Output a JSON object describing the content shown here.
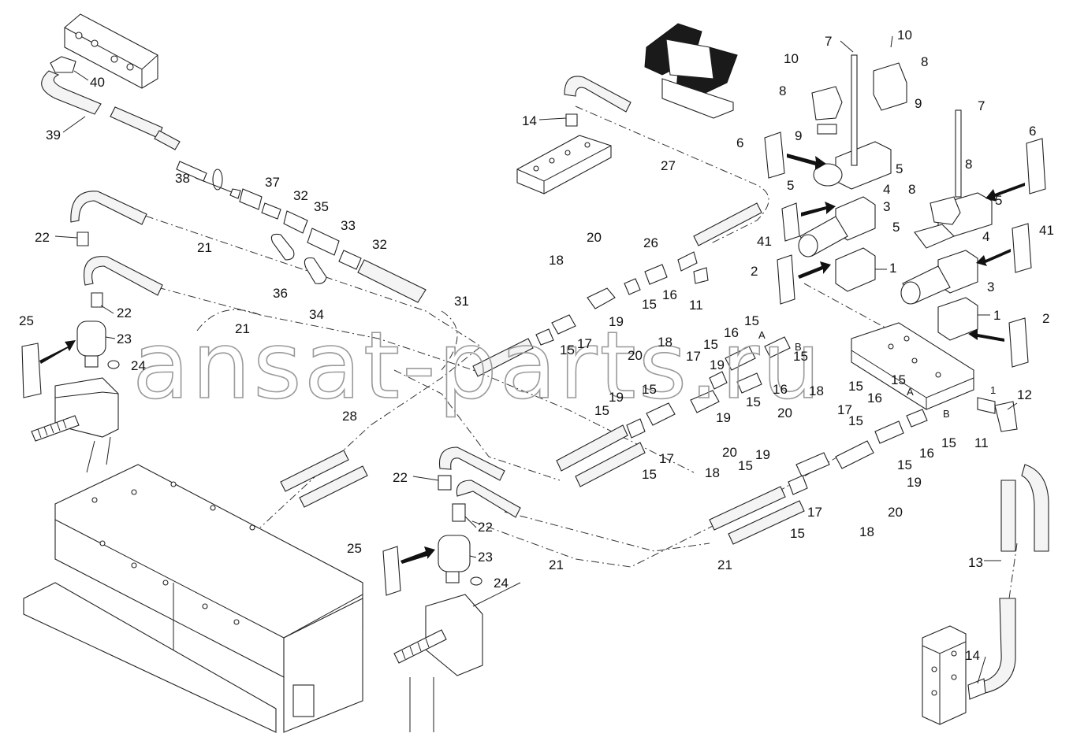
{
  "diagram": {
    "watermark": "ansat-parts.ru",
    "callouts": [
      {
        "id": "c40",
        "text": "40"
      },
      {
        "id": "c39",
        "text": "39"
      },
      {
        "id": "c38",
        "text": "38"
      },
      {
        "id": "c37",
        "text": "37"
      },
      {
        "id": "c32a",
        "text": "32"
      },
      {
        "id": "c35",
        "text": "35"
      },
      {
        "id": "c33",
        "text": "33"
      },
      {
        "id": "c32b",
        "text": "32"
      },
      {
        "id": "c36",
        "text": "36"
      },
      {
        "id": "c34",
        "text": "34"
      },
      {
        "id": "c31",
        "text": "31"
      },
      {
        "id": "c22a",
        "text": "22"
      },
      {
        "id": "c21a",
        "text": "21"
      },
      {
        "id": "c22b",
        "text": "22"
      },
      {
        "id": "c21b",
        "text": "21"
      },
      {
        "id": "c25a",
        "text": "25"
      },
      {
        "id": "c23a",
        "text": "23"
      },
      {
        "id": "c24a",
        "text": "24"
      },
      {
        "id": "c28",
        "text": "28"
      },
      {
        "id": "c14a",
        "text": "14"
      },
      {
        "id": "c27",
        "text": "27"
      },
      {
        "id": "c18a",
        "text": "18"
      },
      {
        "id": "c20a",
        "text": "20"
      },
      {
        "id": "c26",
        "text": "26"
      },
      {
        "id": "c15a",
        "text": "15"
      },
      {
        "id": "c16a",
        "text": "16"
      },
      {
        "id": "c11a",
        "text": "11"
      },
      {
        "id": "c19a",
        "text": "19"
      },
      {
        "id": "c17a",
        "text": "17"
      },
      {
        "id": "c15b",
        "text": "15"
      },
      {
        "id": "c7a",
        "text": "7"
      },
      {
        "id": "c10a",
        "text": "10"
      },
      {
        "id": "c10b",
        "text": "10"
      },
      {
        "id": "c8a",
        "text": "8"
      },
      {
        "id": "c8b",
        "text": "8"
      },
      {
        "id": "c9a",
        "text": "9"
      },
      {
        "id": "c9b",
        "text": "9"
      },
      {
        "id": "c6a",
        "text": "6"
      },
      {
        "id": "c5a",
        "text": "5"
      },
      {
        "id": "c5b",
        "text": "5"
      },
      {
        "id": "c4a",
        "text": "4"
      },
      {
        "id": "c3a",
        "text": "3"
      },
      {
        "id": "c41a",
        "text": "41"
      },
      {
        "id": "c2a",
        "text": "2"
      },
      {
        "id": "c1a",
        "text": "1"
      },
      {
        "id": "c7b",
        "text": "7"
      },
      {
        "id": "c6b",
        "text": "6"
      },
      {
        "id": "c8c",
        "text": "8"
      },
      {
        "id": "c8d",
        "text": "8"
      },
      {
        "id": "c5c",
        "text": "5"
      },
      {
        "id": "c5d",
        "text": "5"
      },
      {
        "id": "c4b",
        "text": "4"
      },
      {
        "id": "c41b",
        "text": "41"
      },
      {
        "id": "c3b",
        "text": "3"
      },
      {
        "id": "c1b",
        "text": "1"
      },
      {
        "id": "c2b",
        "text": "2"
      },
      {
        "id": "c18b",
        "text": "18"
      },
      {
        "id": "c15c",
        "text": "15"
      },
      {
        "id": "c16b",
        "text": "16"
      },
      {
        "id": "c15d",
        "text": "15"
      },
      {
        "id": "c20b",
        "text": "20"
      },
      {
        "id": "c17b",
        "text": "17"
      },
      {
        "id": "c15e",
        "text": "15"
      },
      {
        "id": "c19b",
        "text": "19"
      },
      {
        "id": "c19c",
        "text": "19"
      },
      {
        "id": "c16c",
        "text": "16"
      },
      {
        "id": "c15f",
        "text": "15"
      },
      {
        "id": "c15g",
        "text": "15"
      },
      {
        "id": "c19d",
        "text": "19"
      },
      {
        "id": "c15h",
        "text": "15"
      },
      {
        "id": "c17c",
        "text": "17"
      },
      {
        "id": "c20c",
        "text": "20"
      },
      {
        "id": "c18c",
        "text": "18"
      },
      {
        "id": "c18d",
        "text": "18"
      },
      {
        "id": "c15i",
        "text": "15"
      },
      {
        "id": "c16d",
        "text": "16"
      },
      {
        "id": "c15j",
        "text": "15"
      },
      {
        "id": "c15k",
        "text": "15"
      },
      {
        "id": "c17d",
        "text": "17"
      },
      {
        "id": "c20d",
        "text": "20"
      },
      {
        "id": "c15l",
        "text": "15"
      },
      {
        "id": "c19e",
        "text": "19"
      },
      {
        "id": "c15m",
        "text": "15"
      },
      {
        "id": "c16e",
        "text": "16"
      },
      {
        "id": "c15n",
        "text": "15"
      },
      {
        "id": "c19f",
        "text": "19"
      },
      {
        "id": "c15o",
        "text": "15"
      },
      {
        "id": "c17e",
        "text": "17"
      },
      {
        "id": "c20e",
        "text": "20"
      },
      {
        "id": "c18e",
        "text": "18"
      },
      {
        "id": "c15p",
        "text": "15"
      },
      {
        "id": "c12",
        "text": "12"
      },
      {
        "id": "c11b",
        "text": "11"
      },
      {
        "id": "c13",
        "text": "13"
      },
      {
        "id": "c14b",
        "text": "14"
      },
      {
        "id": "c22c",
        "text": "22"
      },
      {
        "id": "c22d",
        "text": "22"
      },
      {
        "id": "c25b",
        "text": "25"
      },
      {
        "id": "c23b",
        "text": "23"
      },
      {
        "id": "c24b",
        "text": "24"
      },
      {
        "id": "c21c",
        "text": "21"
      },
      {
        "id": "c21d",
        "text": "21"
      }
    ],
    "port_letters": [
      {
        "id": "pA1",
        "text": "A"
      },
      {
        "id": "pB1",
        "text": "B"
      },
      {
        "id": "pA2",
        "text": "A"
      },
      {
        "id": "pB2",
        "text": "B"
      },
      {
        "id": "p1",
        "text": "1"
      }
    ]
  }
}
